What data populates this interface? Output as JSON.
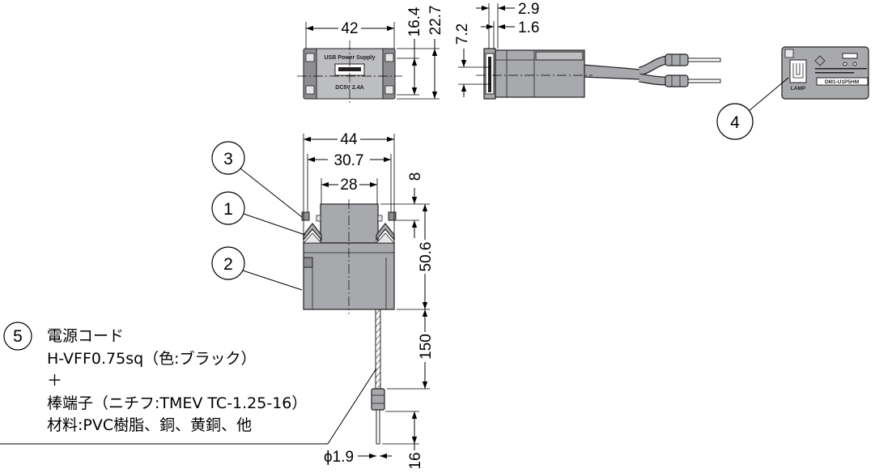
{
  "colors": {
    "body": "#a7a9ac",
    "body_dark": "#8c8e91",
    "face": "#bcbec0",
    "line": "#231f20",
    "background": "#ffffff"
  },
  "front_view": {
    "brand_label": "USB Power Supply",
    "rating_label": "DC5V 2.4A"
  },
  "back_view": {
    "logo_label": "LAMP",
    "model_label": "DM1-U1P5HM"
  },
  "dimensions": {
    "front_width": "42",
    "front_inner_height": "16.4",
    "front_height": "22.7",
    "plate_thickness": "2.9",
    "plate_inner_thickness": "1.6",
    "side_offset": "7.2",
    "body_width": "44",
    "clip_span": "30.7",
    "top_width": "28",
    "top_height": "8",
    "body_height": "50.6",
    "cord_length": "150",
    "terminal_length": "16",
    "terminal_diameter": "ϕ1.9"
  },
  "callouts": [
    "1",
    "2",
    "3",
    "4",
    "5"
  ],
  "cord_notes": {
    "title": "電源コード",
    "cord_spec": "H-VFF0.75sq（色:ブラック）",
    "plus": "＋",
    "terminal_spec": "棒端子（ニチフ:TMEV TC-1.25-16）",
    "material": "材料:PVC樹脂、銅、黄銅、他"
  }
}
